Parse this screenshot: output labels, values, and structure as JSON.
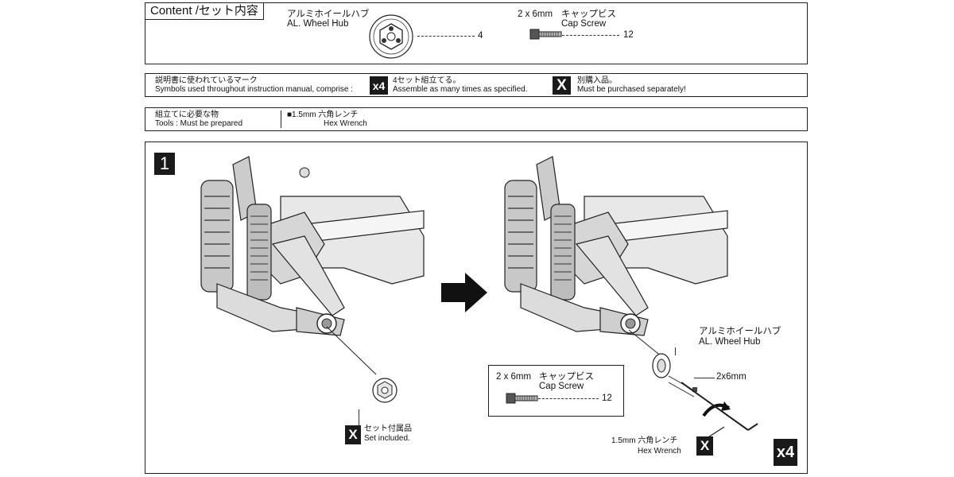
{
  "content": {
    "title": "Content /セット内容",
    "hub": {
      "jp": "アルミホイールハブ",
      "en": "AL. Wheel Hub",
      "qty": "4"
    },
    "screw": {
      "spec": "2 x 6mm",
      "jp": "キャップビス",
      "en": "Cap Screw",
      "qty": "12"
    }
  },
  "symbols": {
    "title_jp": "説明書に使われているマーク",
    "title_en": "Symbols used throughout instruction manual, comprise :",
    "x4_icon": "x4",
    "x4_jp": "4セット組立てる。",
    "x4_en": "Assemble as many  times as specified.",
    "x_icon": "X",
    "x_jp": "別購入品。",
    "x_en": "Must be purchased separately!"
  },
  "tools": {
    "title_jp": "組立てに必要な物",
    "title_en": "Tools : Must be prepared",
    "item_jp": "■1.5mm 六角レンチ",
    "item_en": "Hex Wrench"
  },
  "step": {
    "number": "1",
    "set_icon": "X",
    "set_jp": "セット付属品",
    "set_en": "Set included.",
    "hub_jp": "アルミホイールハブ",
    "hub_en": "AL. Wheel Hub",
    "screw_callout": "2x6mm",
    "inset": {
      "spec": "2 x 6mm",
      "jp": "キャップビス",
      "en": "Cap Screw",
      "qty": "12"
    },
    "wrench_jp": "1.5mm 六角レンチ",
    "wrench_en": "Hex Wrench",
    "wrench_icon": "X",
    "repeat_icon": "x4"
  },
  "icons": [
    "wheel-hub-icon",
    "cap-screw-icon",
    "arrow-right-icon",
    "hex-wrench-icon",
    "rotation-arrow-icon",
    "chassis-drawing"
  ]
}
